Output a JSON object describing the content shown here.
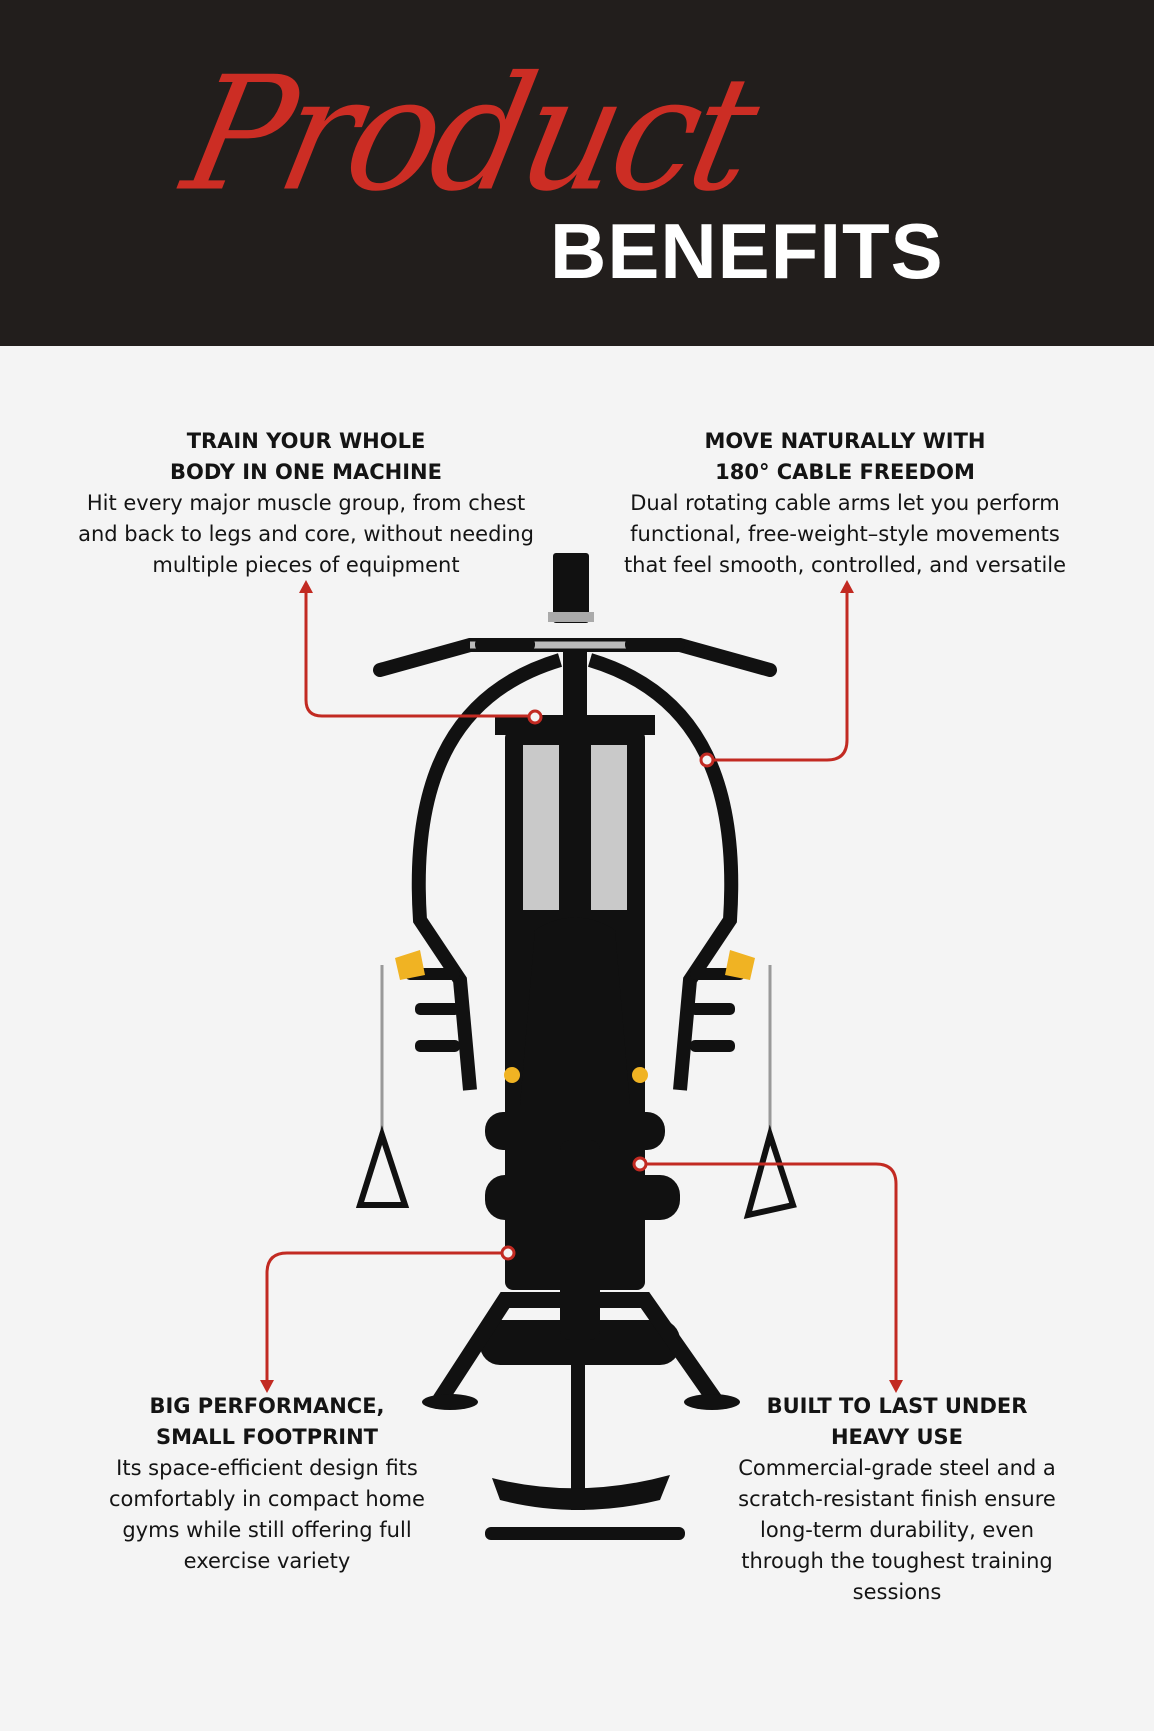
{
  "header": {
    "script_title": "Product",
    "title": "BENEFITS"
  },
  "benefits": [
    {
      "title_line1": "TRAIN YOUR WHOLE",
      "title_line2": "BODY IN ONE MACHINE",
      "text": "Hit every major muscle group, from chest\nand back to legs and core, without needing\nmultiple pieces of equipment"
    },
    {
      "title_line1": "MOVE NATURALLY WITH",
      "title_line2": "180° CABLE FREEDOM",
      "text": "Dual rotating cable arms let you perform\nfunctional, free-weight–style movements\nthat feel smooth, controlled, and versatile"
    },
    {
      "title_line1": "BIG PERFORMANCE,",
      "title_line2": "SMALL FOOTPRINT",
      "text": "Its space-efficient design fits\ncomfortably in compact home\ngyms while still offering full\nexercise variety"
    },
    {
      "title_line1": "BUILT TO LAST UNDER",
      "title_line2": "HEAVY USE",
      "text": "Commercial-grade steel and a\nscratch-resistant finish ensure\nlong-term durability, even\nthrough the toughest training\nsessions"
    }
  ],
  "colors": {
    "accent": "#cc2d24",
    "header_bg": "#221e1c",
    "page_bg": "#f4f4f4"
  }
}
